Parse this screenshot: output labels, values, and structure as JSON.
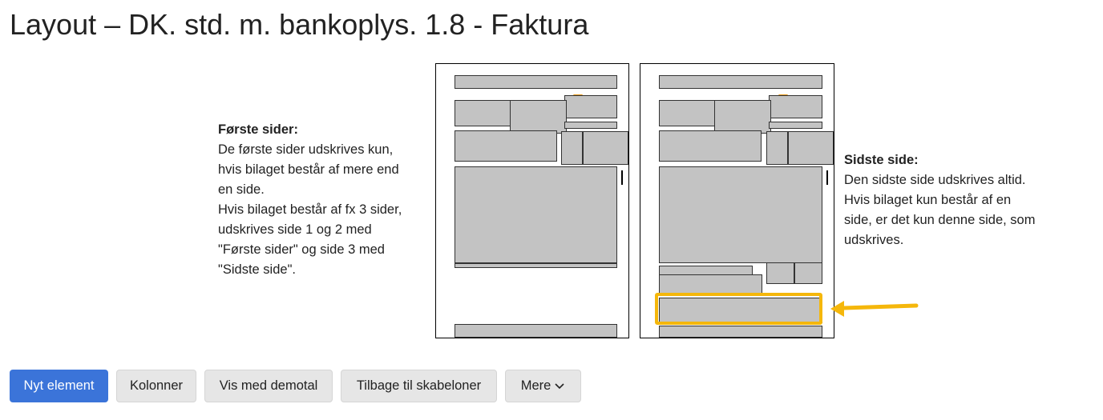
{
  "page": {
    "title": "Layout – DK. std. m. bankoplys. 1.8 - Faktura"
  },
  "first_pages": {
    "heading": "Første sider:",
    "text": "De første sider udskrives kun,\nhvis bilaget består af mere end\nen side.\nHvis bilaget består af fx 3 sider,\nudskrives side 1 og 2 med\n\"Første sider\" og side 3 med\n\"Sidste side\"."
  },
  "last_page": {
    "heading": "Sidste side:",
    "text": "Den sidste side udskrives altid.\nHvis bilaget kun består af en\nside, er det kun denne side, som\nudskrives."
  },
  "toolbar": {
    "new_element": "Nyt element",
    "columns": "Kolonner",
    "demo": "Vis med demotal",
    "back": "Tilbage til skabeloner",
    "more": "Mere"
  },
  "colors": {
    "primary": "#3b74d9",
    "highlight": "#f5b70b",
    "field_fill": "#c3c3c3"
  }
}
